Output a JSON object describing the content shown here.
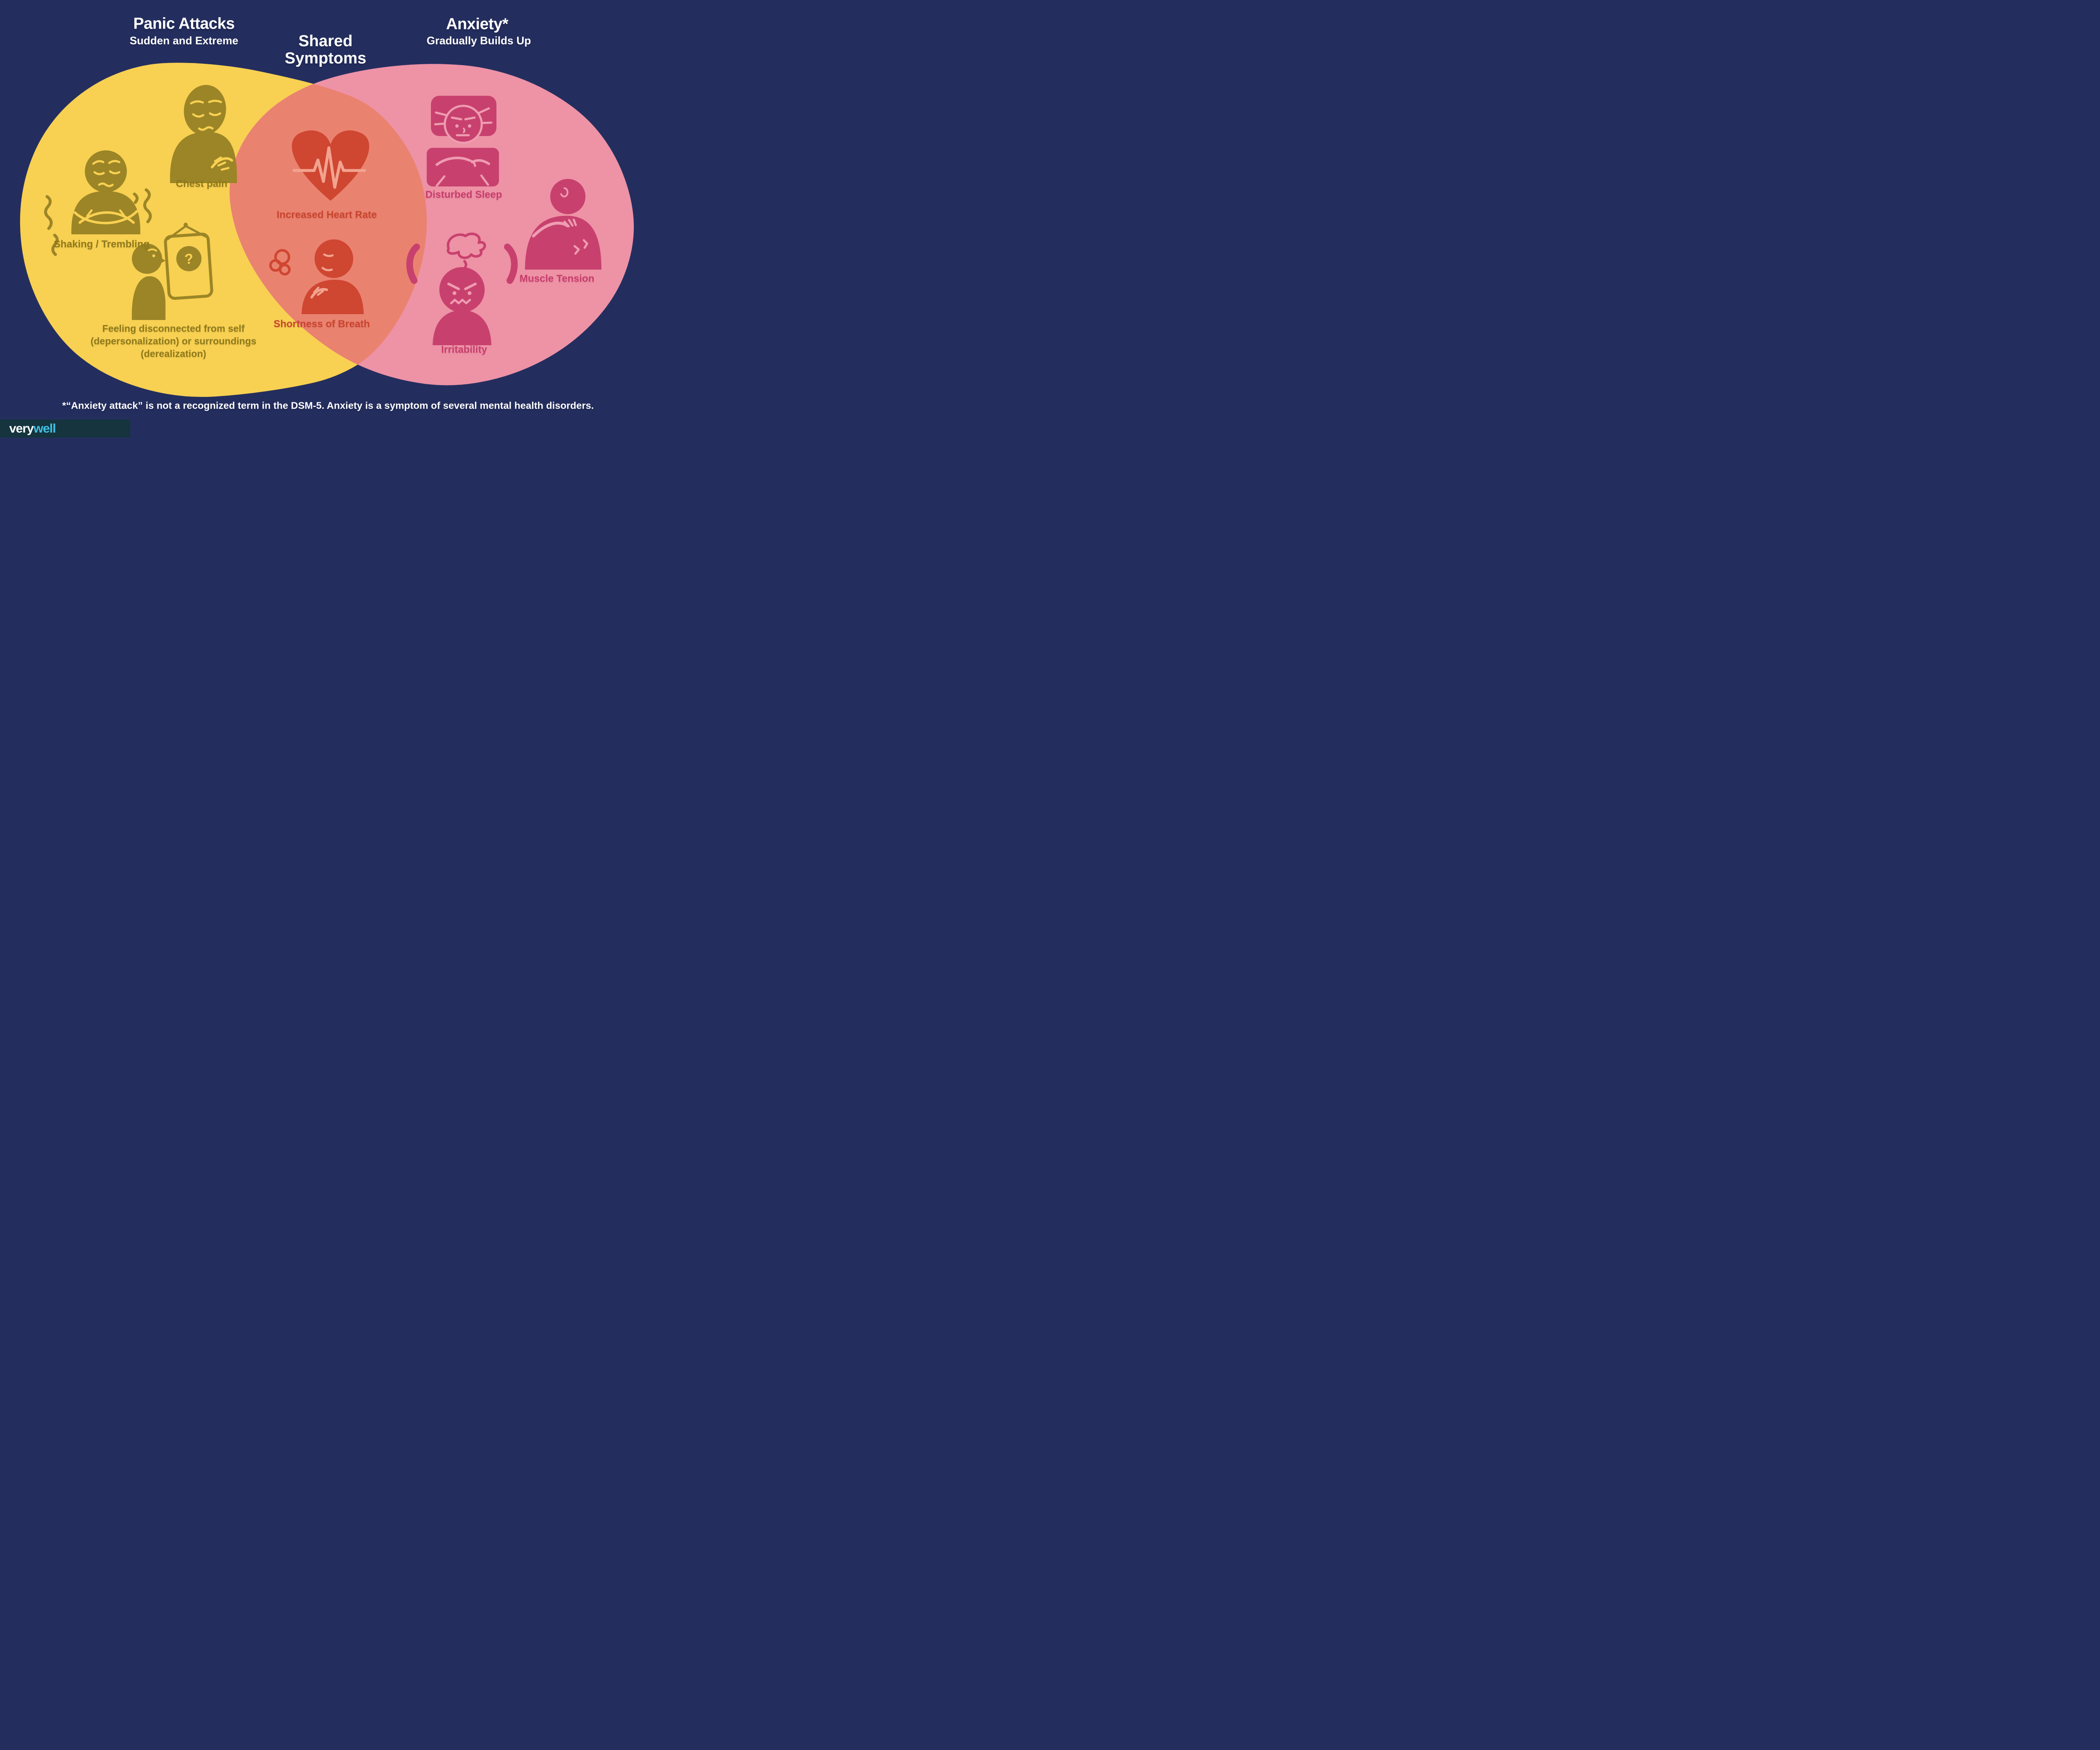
{
  "panic": {
    "title": "Panic Attacks",
    "subtitle": "Sudden and Extreme"
  },
  "shared": {
    "title_line1": "Shared",
    "title_line2": "Symptoms"
  },
  "anxiety": {
    "title": "Anxiety*",
    "subtitle": "Gradually Builds Up"
  },
  "panic_symptoms": {
    "chest_pain": "Chest pain",
    "shaking": "Shaking / Trembling",
    "disconnected_line1": "Feeling disconnected from self",
    "disconnected_line2": "(depersonalization) or surroundings",
    "disconnected_line3": "(derealization)"
  },
  "shared_symptoms": {
    "heart_rate": "Increased Heart Rate",
    "breath": "Shortness of Breath"
  },
  "anxiety_symptoms": {
    "sleep": "Disturbed Sleep",
    "muscle": "Muscle Tension",
    "irritability": "Irritability"
  },
  "footnote": "*“Anxiety attack” is not a recognized term in the DSM-5. Anxiety is a symptom of several mental health disorders.",
  "brand": {
    "part1": "very",
    "part2": "well"
  },
  "icons": {
    "question_mark": "?",
    "names": [
      "chest-pain-icon",
      "shaking-person-icon",
      "mirror-depersonalization-icon",
      "heart-ekg-icon",
      "shortness-of-breath-icon",
      "disturbed-sleep-icon",
      "muscle-tension-icon",
      "irritability-icon"
    ]
  },
  "colors": {
    "background_navy": "#242e5e",
    "panic_blob_yellow": "#f8d052",
    "anxiety_blob_pink": "#ee92a6",
    "shared_overlap_salmon": "#ea8270",
    "panic_icon_olive": "#9b8526",
    "panic_label_olive": "#8e7a1c",
    "shared_icon_red": "#cf4631",
    "shared_label_red": "#c8452f",
    "anxiety_icon_pink": "#c8416e",
    "anxiety_label_pink": "#c73e6d",
    "text_white": "#ffffff",
    "brand_bar_teal": "#15343e",
    "brand_cyan": "#3fc1e3"
  }
}
